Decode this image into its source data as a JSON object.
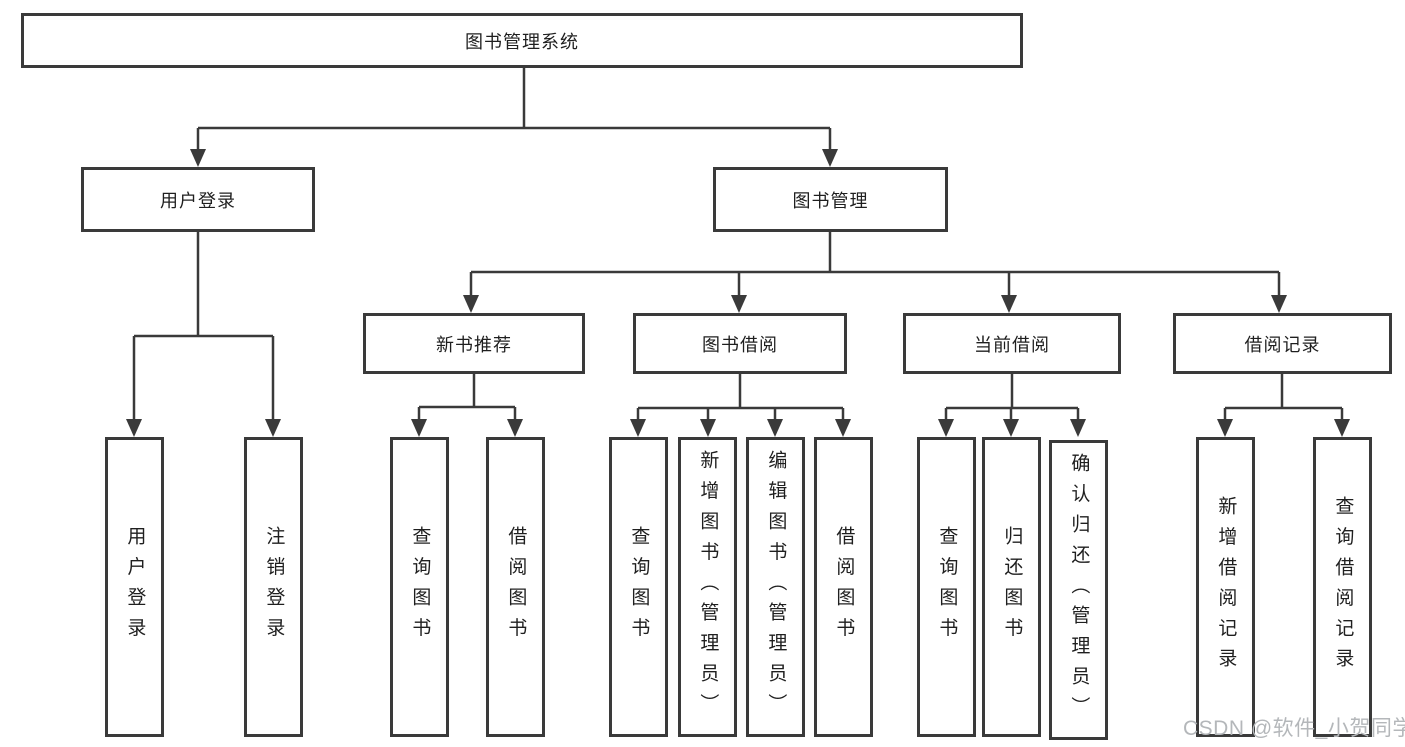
{
  "colors": {
    "line": "#3a3a3a",
    "text": "#1f1f1f",
    "watermark": "#b4b7ba",
    "background": "#ffffff"
  },
  "watermark": {
    "text": "CSDN @软件_小贺同学"
  },
  "tree": {
    "label": "图书管理系统",
    "children": [
      {
        "label": "用户登录",
        "children": [
          {
            "label": "用户登录"
          },
          {
            "label": "注销登录"
          }
        ]
      },
      {
        "label": "图书管理",
        "children": [
          {
            "label": "新书推荐",
            "children": [
              {
                "label": "查询图书"
              },
              {
                "label": "借阅图书"
              }
            ]
          },
          {
            "label": "图书借阅",
            "children": [
              {
                "label": "查询图书"
              },
              {
                "label": "新增图书（管理员）"
              },
              {
                "label": "编辑图书（管理员）"
              },
              {
                "label": "借阅图书"
              }
            ]
          },
          {
            "label": "当前借阅",
            "children": [
              {
                "label": "查询图书"
              },
              {
                "label": "归还图书"
              },
              {
                "label": "确认归还（管理员）"
              }
            ]
          },
          {
            "label": "借阅记录",
            "children": [
              {
                "label": "新增借阅记录"
              },
              {
                "label": "查询借阅记录"
              }
            ]
          }
        ]
      }
    ]
  }
}
